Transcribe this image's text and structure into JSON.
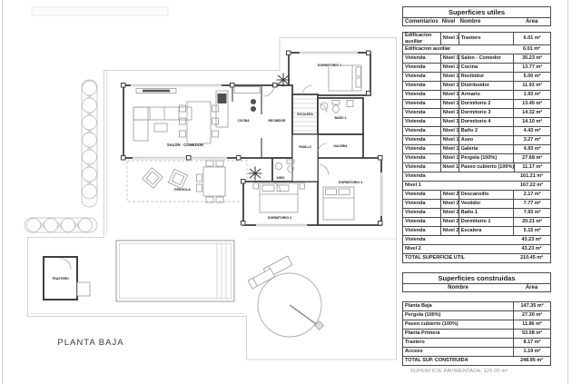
{
  "plan": {
    "title": "PLANTA BAJA",
    "rooms": {
      "salon": "SALON - COMEDOR",
      "cocina": "COCINA",
      "recibidor": "RECIBIDOR",
      "escalera": "ESCALERA",
      "dormitorio4": "DORMITORIO 4",
      "bano2": "BAÑO 2",
      "galeria": "GALERIA",
      "pasillo": "PASILLO",
      "aseo": "ASEO",
      "dormitorio3": "DORMITORIO 3",
      "dormitorio2": "DORMITORIO 2",
      "pergola": "PERGOLA",
      "trastero": "TRASTERO"
    }
  },
  "colors": {
    "table_line": "#4a4a4a",
    "ink": "#1b1b1b"
  },
  "tables": {
    "utiles": {
      "title": "Superficies utiles",
      "headers": [
        "Comentarios",
        "Nivel",
        "Nombre",
        "Área"
      ],
      "rows": [
        {
          "t": "item",
          "c": "Edificacion auxiliar",
          "n": "Nivel 1",
          "name": "Trastero",
          "area": "6.01 m²"
        },
        {
          "t": "sub",
          "label": "Edificacion auxiliar",
          "area": "6.01 m²"
        },
        {
          "t": "item",
          "c": "Vivienda",
          "n": "Nivel 1",
          "name": "Salon - Comedor",
          "area": "35.23 m²"
        },
        {
          "t": "item",
          "c": "Vivienda",
          "n": "Nivel 1",
          "name": "Cocina",
          "area": "13.77 m²"
        },
        {
          "t": "item",
          "c": "Vivienda",
          "n": "Nivel 1",
          "name": "Recibidor",
          "area": "5.00 m²"
        },
        {
          "t": "item",
          "c": "Vivienda",
          "n": "Nivel 1",
          "name": "Distribuidor",
          "area": "11.93 m²"
        },
        {
          "t": "item",
          "c": "Vivienda",
          "n": "Nivel 1",
          "name": "Armario",
          "area": "1.93 m²"
        },
        {
          "t": "item",
          "c": "Vivienda",
          "n": "Nivel 1",
          "name": "Dormitorio 2",
          "area": "13.45 m²"
        },
        {
          "t": "item",
          "c": "Vivienda",
          "n": "Nivel 1",
          "name": "Dormitorio 3",
          "area": "14.32 m²"
        },
        {
          "t": "item",
          "c": "Vivienda",
          "n": "Nivel 1",
          "name": "Dormitorio 4",
          "area": "14.10 m²"
        },
        {
          "t": "item",
          "c": "Vivienda",
          "n": "Nivel 1",
          "name": "Baño 2",
          "area": "4.43 m²"
        },
        {
          "t": "item",
          "c": "Vivienda",
          "n": "Nivel 1",
          "name": "Aseo",
          "area": "3.27 m²"
        },
        {
          "t": "item",
          "c": "Vivienda",
          "n": "Nivel 1",
          "name": "Galeria",
          "area": "4.93 m²"
        },
        {
          "t": "item",
          "c": "Vivienda",
          "n": "Nivel 1",
          "name": "Pergola (100%)",
          "area": "27.68 m²"
        },
        {
          "t": "item",
          "c": "Vivienda",
          "n": "Nivel 1",
          "name": "Paseo cubierto (100%)",
          "area": "11.17 m²"
        },
        {
          "t": "sub",
          "label": "Vivienda",
          "area": "161.21 m²"
        },
        {
          "t": "sub",
          "label": "Nivel 1",
          "area": "167.22 m²"
        },
        {
          "t": "item",
          "c": "Vivienda",
          "n": "Nivel 2",
          "name": "Descansillo",
          "area": "2.17 m²"
        },
        {
          "t": "item",
          "c": "Vivienda",
          "n": "Nivel 2",
          "name": "Vestidor",
          "area": "7.77 m²"
        },
        {
          "t": "item",
          "c": "Vivienda",
          "n": "Nivel 2",
          "name": "Baño 1",
          "area": "7.93 m²"
        },
        {
          "t": "item",
          "c": "Vivienda",
          "n": "Nivel 2",
          "name": "Dormitorio 1",
          "area": "20.21 m²"
        },
        {
          "t": "item",
          "c": "Vivienda",
          "n": "Nivel 2",
          "name": "Escalera",
          "area": "5.15 m²"
        },
        {
          "t": "sub",
          "label": "Vivienda",
          "area": "43.23 m²"
        },
        {
          "t": "sub",
          "label": "Nivel 2",
          "area": "43.23 m²"
        },
        {
          "t": "total",
          "label": "TOTAL SUPERFICIE UTIL",
          "area": "210.45 m²"
        }
      ]
    },
    "construidas": {
      "title": "Superficies construidas",
      "headers": [
        "Nombre",
        "Área"
      ],
      "rows": [
        {
          "t": "item",
          "name": "Planta Baja",
          "area": "147.35 m²"
        },
        {
          "t": "item",
          "name": "Pergola (100%)",
          "area": "27.30 m²"
        },
        {
          "t": "item",
          "name": "Paseo cubierto (100%)",
          "area": "11.86 m²"
        },
        {
          "t": "item",
          "name": "Planta Primera",
          "area": "53.08 m²"
        },
        {
          "t": "item",
          "name": "Trastero",
          "area": "8.17 m²"
        },
        {
          "t": "item",
          "name": "Acceso",
          "area": "1.19 m²"
        },
        {
          "t": "total",
          "label": "TOTAL SUP. CONSTRUIDA",
          "area": "248.95 m²"
        }
      ]
    },
    "footnote": "SUPERFICIE PAVIMENTADA: 129.05 m²"
  }
}
